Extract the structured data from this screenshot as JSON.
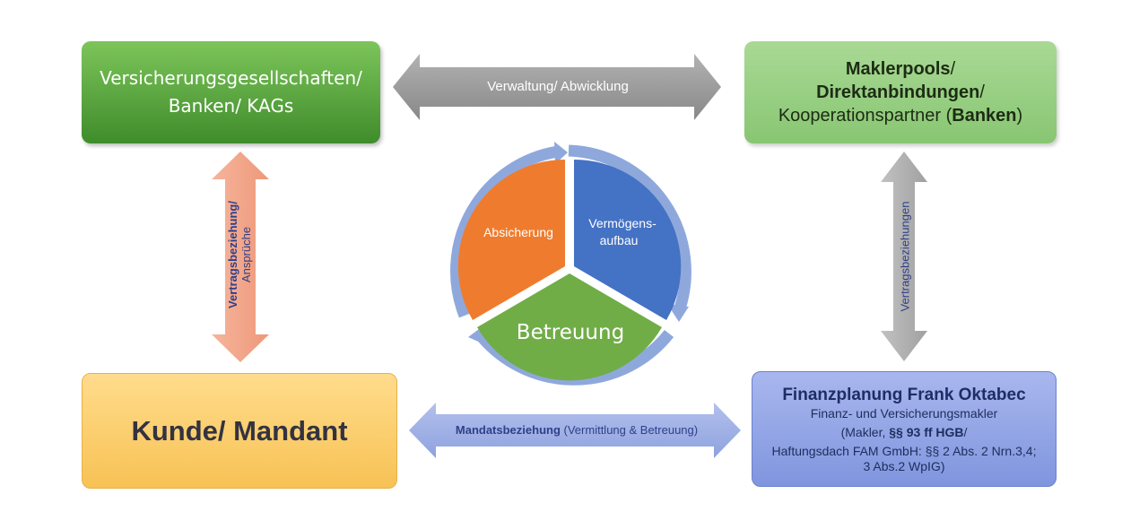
{
  "boxes": {
    "versicherung": {
      "line1": "Versicherungsgesellschaften/",
      "line2": "Banken/ KAGs"
    },
    "maklerpools": {
      "line1_bold": "Maklerpools",
      "line1_rest": "/",
      "line2_bold": "Direktanbindungen",
      "line2_rest": "/",
      "line3_a": "Kooperationspartner (",
      "line3_bold": "Banken",
      "line3_b": ")"
    },
    "kunde": {
      "label": "Kunde/ Mandant"
    },
    "finanzplanung": {
      "title": "Finanzplanung Frank Oktabec",
      "subtitle": "Finanz- und Versicherungsmakler",
      "makler_a": "(Makler, ",
      "makler_bold": "§§ 93 ff HGB",
      "makler_b": "/",
      "haftung": "Haftungsdach FAM GmbH: §§ 2 Abs. 2 Nrn.3,4; 3 Abs.2 WpIG)"
    }
  },
  "arrows": {
    "verwaltung": "Verwaltung/ Abwicklung",
    "mandat_bold": "Mandatsbeziehung",
    "mandat_rest": " (Vermittlung & Betreuung)",
    "vertrag_left_bold": "Vertragsbeziehung/",
    "vertrag_left_rest": "Ansprüche",
    "vertrag_right": "Vertragsbeziehungen"
  },
  "cycle": {
    "absicherung": "Absicherung",
    "vermoegen_1": "Vermögens-",
    "vermoegen_2": "aufbau",
    "betreuung": "Betreuung"
  },
  "colors": {
    "green_dark": "#4f9a36",
    "green_light": "#98cf84",
    "orange": "#ef7c2e",
    "blue": "#4472c4",
    "cycle_green": "#70ad47",
    "ring": "#8fa8dc",
    "gray_arrow": "#9c9c9c",
    "salmon_arrow": "#f2a58a",
    "blue_arrow": "#9fb0e3"
  }
}
